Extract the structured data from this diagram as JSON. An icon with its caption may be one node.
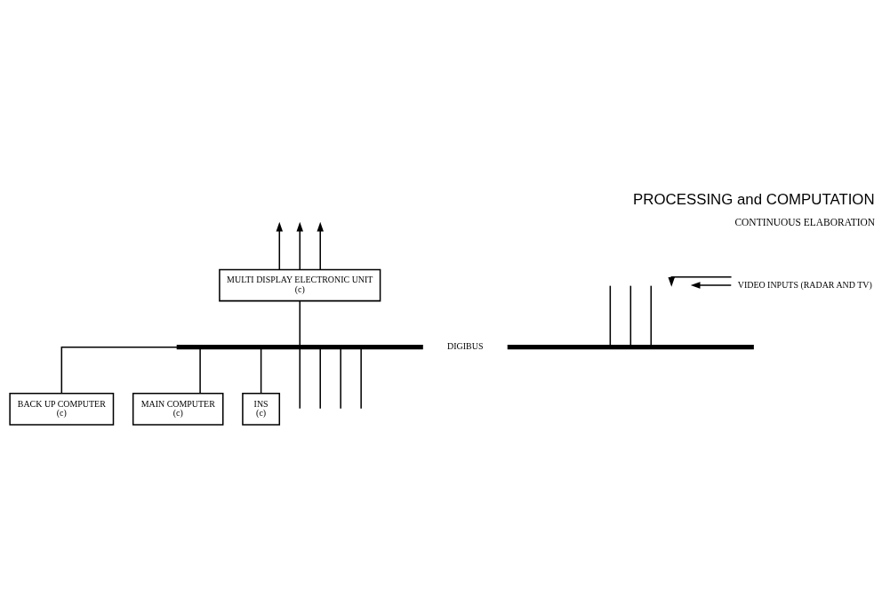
{
  "diagram": {
    "title": "PROCESSING and COMPUTATION",
    "nodes": [
      {
        "text": [
          "MULTI DISPLAY ELECTRONIC UNIT",
          "(c)"
        ]
      },
      {
        "text": [],
        "shape": "bar",
        "beside": [
          "DIGIBUS"
        ]
      },
      {
        "text": [
          "BACK UP COMPUTER",
          "(c)"
        ]
      },
      {
        "text": [
          "MAIN COMPUTER",
          "(c)"
        ]
      },
      {
        "text": [
          "INS",
          "(c)"
        ]
      },
      {
        "text": [],
        "shape": "bar"
      },
      {
        "text": [
          "VIDEO INPUTS (RADAR AND TV)"
        ]
      }
    ],
    "edges": [
      {
        "from": 0,
        "to": null,
        "arrow": "to"
      },
      {
        "from": 0,
        "to": null,
        "arrow": "to"
      },
      {
        "from": 0,
        "to": null,
        "arrow": "to"
      },
      {
        "from": 6,
        "to": null,
        "arrow": "to"
      },
      {
        "from": 6,
        "to": null,
        "arrow": "to"
      },
      {
        "from": 0,
        "to": 1,
        "arrow": "none"
      },
      {
        "from": 1,
        "to": null,
        "arrow": "none"
      },
      {
        "from": 1,
        "to": 2,
        "arrow": "none"
      },
      {
        "from": 1,
        "to": 3,
        "arrow": "none"
      },
      {
        "from": 1,
        "to": null,
        "arrow": "none"
      },
      {
        "from": 1,
        "to": null,
        "arrow": "none"
      },
      {
        "from": 1,
        "to": 4,
        "arrow": "none"
      },
      {
        "from": 1,
        "to": null,
        "arrow": "none"
      },
      {
        "from": 5,
        "to": null,
        "arrow": "none"
      },
      {
        "from": 5,
        "to": null,
        "arrow": "none"
      },
      {
        "from": 5,
        "to": null,
        "arrow": "none"
      }
    ],
    "labels": [
      "CONTINUOUS ELABORATION"
    ]
  }
}
